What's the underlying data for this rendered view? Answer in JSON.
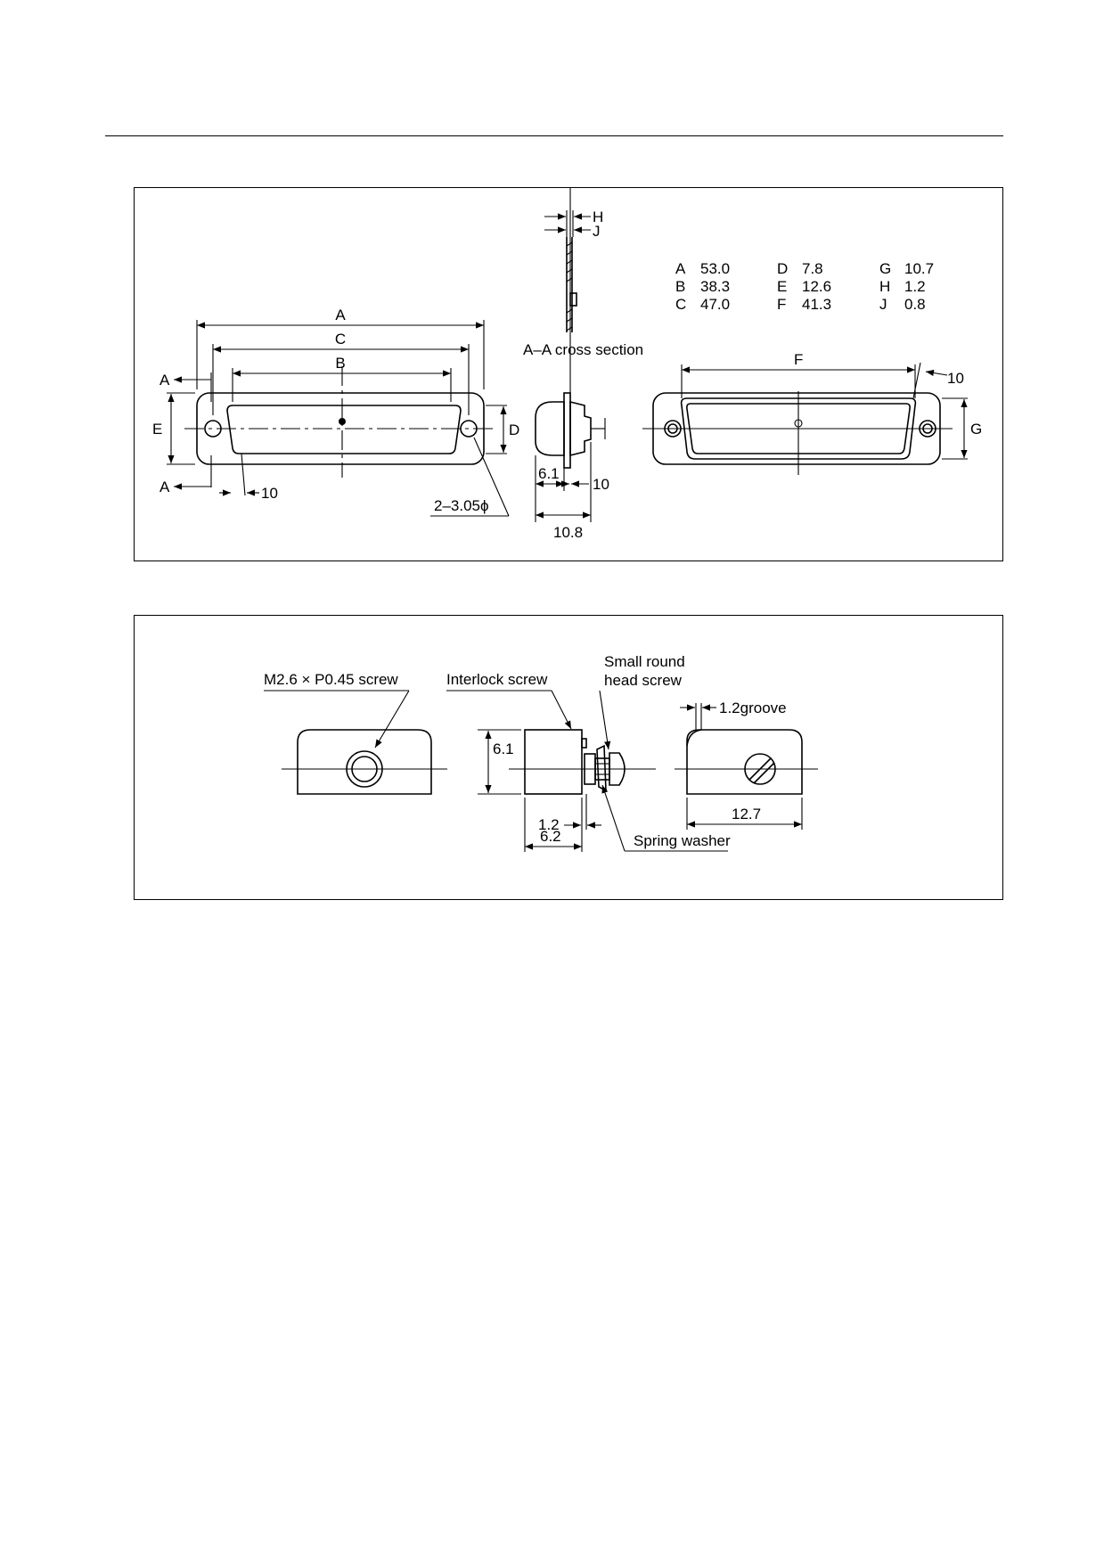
{
  "top_view": {
    "label_a": "A",
    "label_c": "C",
    "label_b": "B",
    "label_e": "E",
    "label_d": "D",
    "section_top": "A",
    "section_bottom": "A",
    "angle": "10",
    "hole_callout": "2–3.05ϕ"
  },
  "cross_section": {
    "title": "A–A cross section",
    "label_h": "H",
    "label_j": "J"
  },
  "side_view": {
    "dim_61": "6.1",
    "dim_10": "10",
    "dim_108": "10.8"
  },
  "back_view": {
    "label_f": "F",
    "label_g": "G",
    "angle": "10"
  },
  "dimension_table": [
    {
      "key": "A",
      "value": "53.0"
    },
    {
      "key": "B",
      "value": "38.3"
    },
    {
      "key": "C",
      "value": "47.0"
    },
    {
      "key": "D",
      "value": "7.8"
    },
    {
      "key": "E",
      "value": "12.6"
    },
    {
      "key": "F",
      "value": "41.3"
    },
    {
      "key": "G",
      "value": "10.7"
    },
    {
      "key": "H",
      "value": "1.2"
    },
    {
      "key": "J",
      "value": "0.8"
    }
  ],
  "hardware": {
    "m26_screw": "M2.6 × P0.45 screw",
    "interlock_screw": "Interlock screw",
    "small_round_line1": "Small round",
    "small_round_line2": "head screw",
    "groove": "1.2groove",
    "dim_61": "6.1",
    "dim_12": "1.2",
    "dim_62": "6.2",
    "dim_127": "12.7",
    "spring_washer": "Spring washer"
  }
}
